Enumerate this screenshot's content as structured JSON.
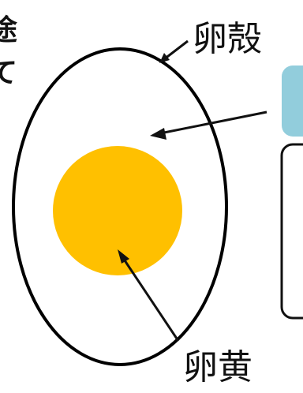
{
  "labels": {
    "shell": "卵殻",
    "yolk": "卵黄",
    "cropped_text_line1": "途",
    "cropped_text_line2": "て"
  },
  "colors": {
    "yolk": "#FFC000",
    "shell_outline": "#000000",
    "callout_tab": "#92CDDC",
    "callout_border": "#111111",
    "background": "#FFFFFF"
  }
}
